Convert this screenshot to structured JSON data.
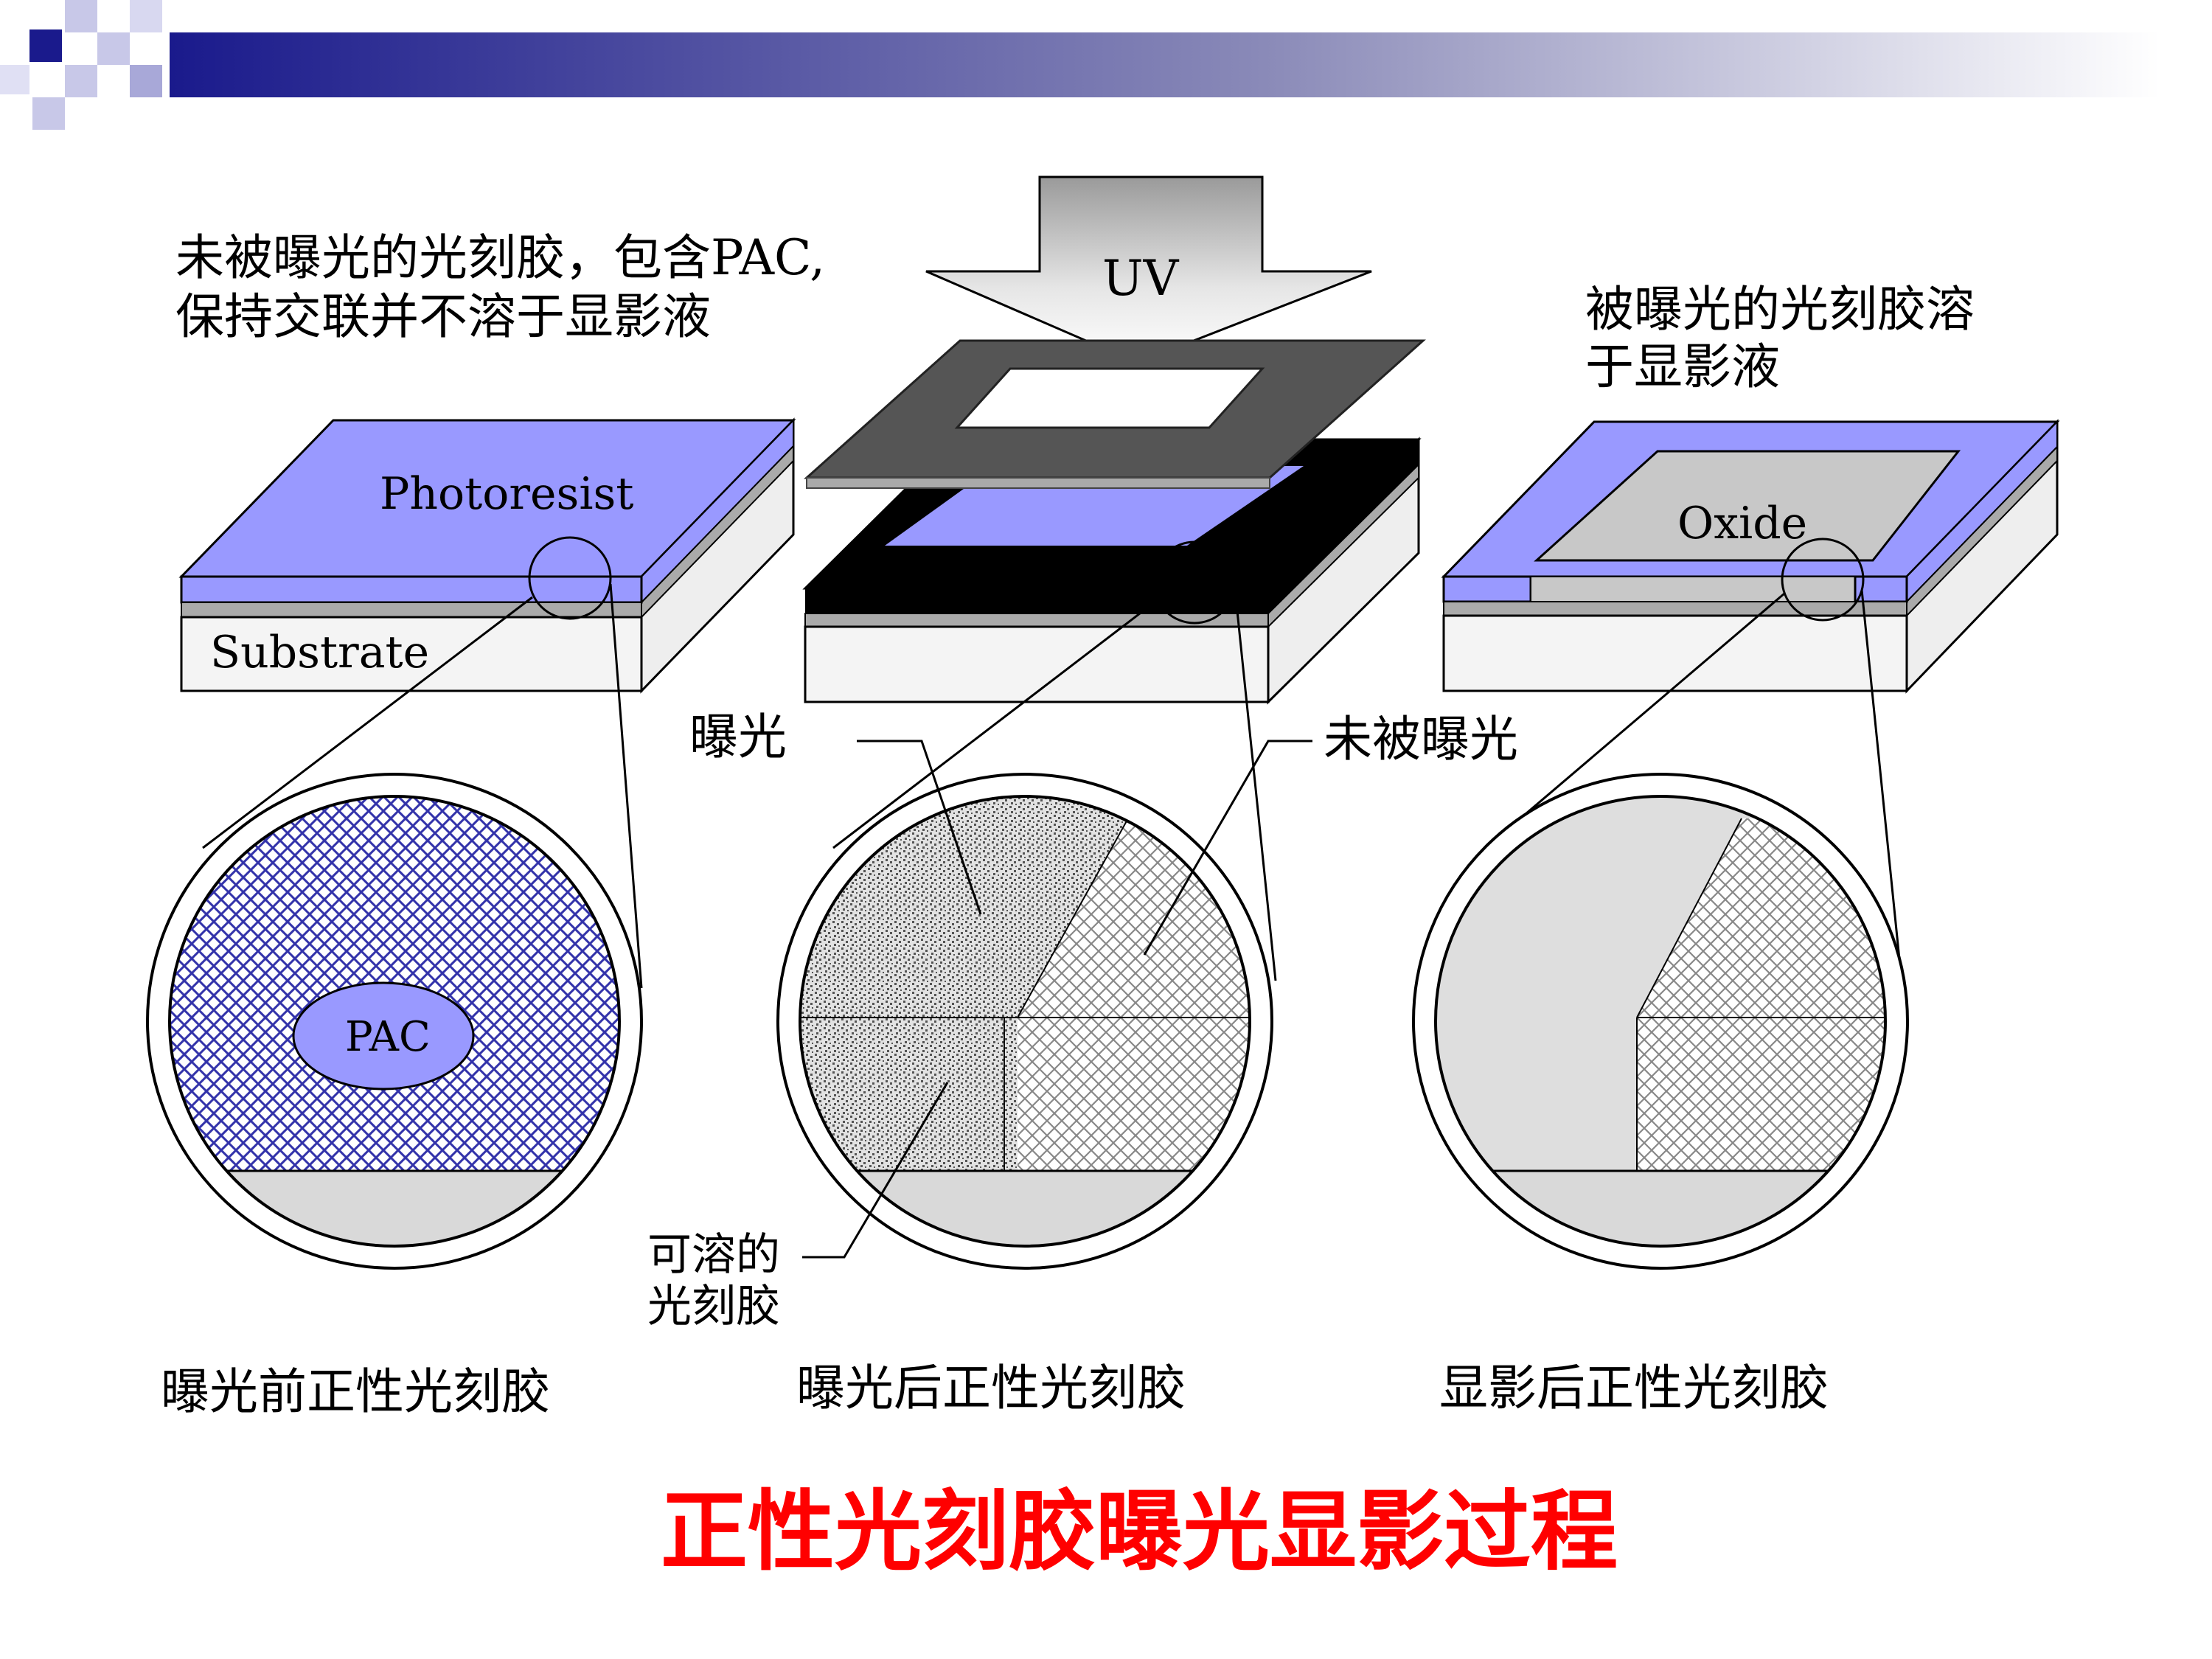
{
  "header": {
    "accent_dark": "#1a1a8c",
    "accent_light": "#b8b8e0"
  },
  "colors": {
    "photoresist": "#9999ff",
    "substrate": "#f2f2f2",
    "oxide": "#c8c8c8",
    "mask": "#555555",
    "black": "#000000",
    "title_red": "#ff0000"
  },
  "labels": {
    "unexposed_note_line1": "未被曝光的光刻胶，包含PAC,",
    "unexposed_note_line2": "保持交联并不溶于显影液",
    "uv": "UV",
    "exposed_note_line1": "被曝光的光刻胶溶",
    "exposed_note_line2": "于显影液",
    "photoresist": "Photoresist",
    "substrate": "Substrate",
    "oxide": "Oxide",
    "exposed": "曝光",
    "unexposed": "未被曝光",
    "pac": "PAC",
    "soluble_line1": "可溶的",
    "soluble_line2": "光刻胶"
  },
  "captions": {
    "before": "曝光前正性光刻胶",
    "after_exposure": "曝光后正性光刻胶",
    "after_develop": "显影后正性光刻胶"
  },
  "title": "正性光刻胶曝光显影过程"
}
